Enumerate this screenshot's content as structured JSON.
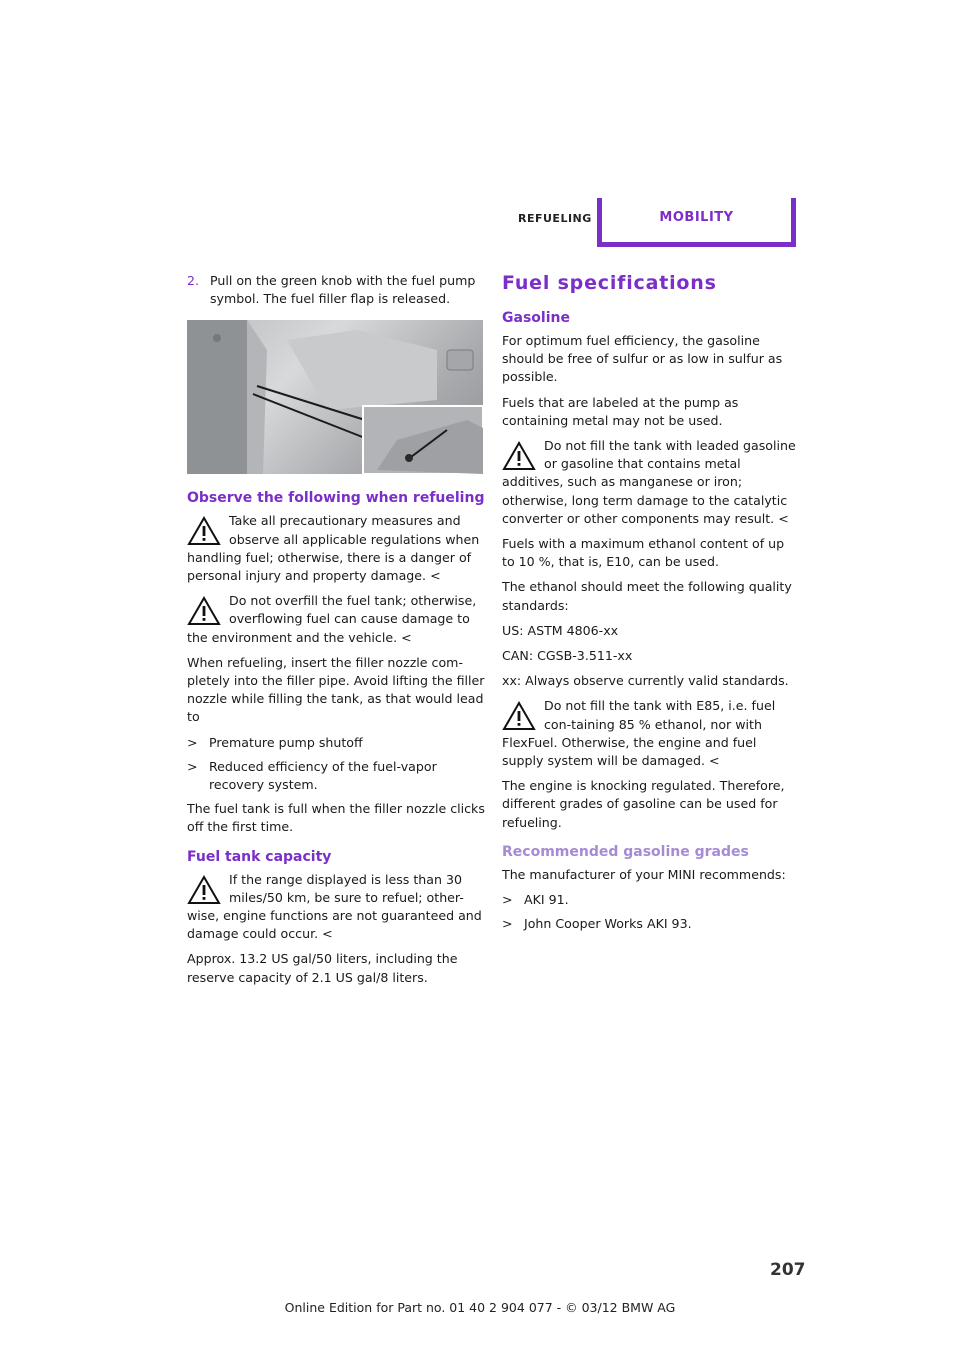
{
  "header": {
    "section": "REFUELING",
    "tab": "MOBILITY"
  },
  "left": {
    "step2_num": "2.",
    "step2_text": "Pull on the green knob with the fuel pump symbol. The fuel filler flap is released.",
    "observe_heading": "Observe the following when refueling",
    "warn1": "Take all precautionary measures and observe all applicable regulations when handling fuel; otherwise, there is a danger of personal injury and property damage.",
    "warn2": "Do not overfill the fuel tank; otherwise, overflowing fuel can cause damage to the environment and the vehicle.",
    "refuel_para": "When refueling, insert the filler nozzle com-pletely into the filler pipe. Avoid lifting the filler nozzle while filling the tank, as that would lead to",
    "bullets": [
      "Premature pump shutoff",
      "Reduced efficiency of the fuel-vapor recovery system."
    ],
    "full_para": "The fuel tank is full when the filler nozzle clicks off the first time.",
    "capacity_heading": "Fuel tank capacity",
    "warn3": "If the range displayed is less than 30 miles/50 km, be sure to refuel; other-wise, engine functions are not guaranteed and damage could occur.",
    "capacity_para": "Approx. 13.2 US gal/50 liters, including the reserve capacity of 2.1 US gal/8 liters."
  },
  "right": {
    "title": "Fuel specifications",
    "gasoline_heading": "Gasoline",
    "p1": "For optimum fuel efficiency, the gasoline should be free of sulfur or as low in sulfur as possible.",
    "p2": "Fuels that are labeled at the pump as containing metal may not be used.",
    "warn1": "Do not fill the tank with leaded gasoline or gasoline that contains metal additives, such as manganese or iron; otherwise, long term damage to the catalytic converter or other components may result.",
    "p3": "Fuels with a maximum ethanol content of up to 10 %, that is, E10, can be used.",
    "p4": "The ethanol should meet the following quality standards:",
    "p5": "US: ASTM 4806-xx",
    "p6": "CAN: CGSB-3.511-xx",
    "p7": "xx: Always observe currently valid standards.",
    "warn2": "Do not fill the tank with E85, i.e. fuel con-taining 85 % ethanol, nor with FlexFuel. Otherwise, the engine and fuel supply system will be damaged.",
    "p8": "The engine is knocking regulated. Therefore, different grades of gasoline can be used for refueling.",
    "grades_heading": "Recommended gasoline grades",
    "p9": "The manufacturer of your MINI recommends:",
    "bullets": [
      "AKI 91.",
      "John Cooper Works AKI 93."
    ]
  },
  "page_number": "207",
  "footer": "Online Edition for Part no. 01 40 2 904 077 - © 03/12 BMW AG",
  "end_mark": "<",
  "bullet_mark": ">",
  "colors": {
    "accent": "#7b2fc9",
    "accent_light": "#a58ad6"
  }
}
